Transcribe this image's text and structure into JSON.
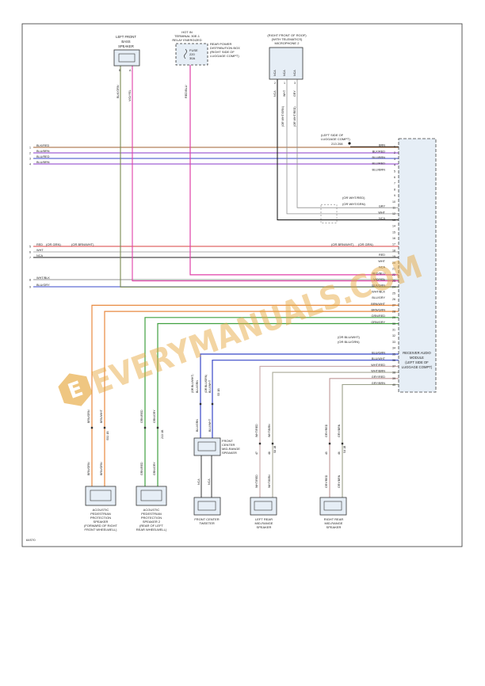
{
  "watermark": {
    "text": "EVERYMANUALS.COM",
    "logo_letter": "E",
    "color": "#e6a53a"
  },
  "diagram_id": "64S70",
  "module": {
    "name_lines": [
      "RECEIVER AUDIO",
      "MODULE",
      "(LEFT SIDE OF",
      "LUGGAGE COMPT)"
    ],
    "pins": [
      "1",
      "2",
      "3",
      "4",
      "5",
      "6",
      "7",
      "8",
      "9",
      "10",
      "11",
      "12",
      "13",
      "14",
      "15",
      "16",
      "17",
      "18",
      "19",
      "20",
      "21",
      "22",
      "23",
      "24",
      "25",
      "26",
      "27",
      "28",
      "29",
      "30",
      "31",
      "32",
      "33",
      "34",
      "35",
      "36",
      "37",
      "38",
      "39",
      "40"
    ],
    "wire_labels": [
      {
        "pin": "1",
        "text": "BRN"
      },
      {
        "pin": "2",
        "text": "BLK/RED"
      },
      {
        "pin": "3",
        "text": "BLU/BRN"
      },
      {
        "pin": "4",
        "text": "BLU/RED"
      },
      {
        "pin": "5",
        "text": "BLU/BRN"
      },
      {
        "pin": "11",
        "text": "GRY"
      },
      {
        "pin": "12",
        "text": "WHT"
      },
      {
        "pin": "13",
        "text": "NCA"
      },
      {
        "pin": "19",
        "text": "RED"
      },
      {
        "pin": "20",
        "text": "WHT"
      },
      {
        "pin": "21",
        "text": "NCA"
      },
      {
        "pin": "22",
        "text": "RED/BLU"
      },
      {
        "pin": "23",
        "text": "VIO/YEL"
      },
      {
        "pin": "24",
        "text": "BLK/GRN"
      },
      {
        "pin": "25",
        "text": "WHT/BLK"
      },
      {
        "pin": "26",
        "text": "BLU/GRY"
      },
      {
        "pin": "27",
        "text": "BRN/WHT"
      },
      {
        "pin": "28",
        "text": "BRN/GRN"
      },
      {
        "pin": "29",
        "text": "GRN/RED"
      },
      {
        "pin": "30",
        "text": "GRN/GRY"
      },
      {
        "pin": "35",
        "text": "BLU/GRN"
      },
      {
        "pin": "36",
        "text": "BLU/WHT"
      },
      {
        "pin": "37",
        "text": "WHT/RED"
      },
      {
        "pin": "38",
        "text": "WHT/BRN"
      },
      {
        "pin": "39",
        "text": "GRY/RED"
      },
      {
        "pin": "40",
        "text": "GRY/BRN"
      }
    ]
  },
  "left_connector": {
    "pins": [
      "1",
      "2",
      "3",
      "4",
      "5",
      "6",
      "7",
      "8",
      "9"
    ],
    "labels": [
      "BLK/RED",
      "BLU/BRN",
      "BLU/RED",
      "BLU/BRN",
      "RED",
      "WHT",
      "NCA",
      "WHT/BLK",
      "BLU/GRY"
    ]
  },
  "ground": {
    "lines": [
      "(LEFT SIDE OF",
      "LUGGAGE COMPT)"
    ],
    "id": "213 208"
  },
  "alt_labels": {
    "or_grn": "(OR GRN)",
    "or_brn_wht": "(OR BRN/WHT)",
    "or_wht_red": "(OR WHT/RED)",
    "or_wht_grn": "(OR WHT/GRN)",
    "or_blu_wht": "(OR BLU/WHT)",
    "or_blu_grn": "(OR BLU/GRN)"
  },
  "top": {
    "lf_bass": {
      "name_lines": [
        "LEFT FRONT",
        "BASS",
        "SPEAKER"
      ],
      "pins": [
        "B",
        "A"
      ],
      "wires": [
        "BLK/GRN",
        "VIO/YEL"
      ]
    },
    "fuse": {
      "header_lines": [
        "HOT IN",
        "TERMINAL 30E-1",
        "RELAY ENERGIZED"
      ],
      "fuse_lines": [
        "FUSE",
        "220",
        "30A"
      ],
      "box_lines": [
        "REAR POWER",
        "DISTRIBUTION BOX",
        "(RIGHT SIDE OF",
        "LUGGAGE COMPT)"
      ],
      "wire": "RED/BLU"
    },
    "mic": {
      "name_lines": [
        "(RIGHT FRONT OF ROOF)",
        "(WITH TELEMATICS)",
        "MICROPHONE 2"
      ],
      "pins": [
        "2",
        "1",
        "3"
      ],
      "wires_top": [
        "NCA",
        "NCA",
        "NCA"
      ],
      "wires_mid": [
        "WHT",
        "GRY"
      ],
      "alt": [
        "(OR WHT/GRN)",
        "(OR WHT/RED)"
      ]
    }
  },
  "bottom": {
    "ped1": {
      "name_lines": [
        "ACOUSTIC",
        "PEDESTRIAN",
        "PROTECTION",
        "SPEAKER",
        "(FORWARD OF RIGHT",
        "FRONT WHEELWELL)"
      ],
      "wires": [
        "BRN/GRN",
        "BRN/WHT"
      ],
      "splice": "S52 1B"
    },
    "ped2": {
      "name_lines": [
        "ACOUSTIC",
        "PEDESTRIAN",
        "PROTECTION",
        "SPEAKER 2",
        "(REAR OF LEFT",
        "REAR WHEELWELL)"
      ],
      "wires": [
        "GRN/RED",
        "GRN/GRY"
      ],
      "splice": "213 1B"
    },
    "center": {
      "name_lines": [
        "FRONT",
        "CENTER",
        "MID-RANGE",
        "SPEAKER"
      ],
      "wires": [
        "BLU/GRN",
        "BLU/WHT"
      ],
      "alt": [
        "(OR BLU/WHT)",
        "(OR BLU/GRN)"
      ],
      "splice": "S5 1B"
    },
    "tweeter": {
      "name_lines": [
        "FRONT CENTER",
        "TWEETER"
      ],
      "wires": [
        "NCA",
        "NCA"
      ]
    },
    "lr": {
      "name_lines": [
        "LEFT REAR",
        "MID-RANGE",
        "SPEAKER"
      ],
      "wires": [
        "WHT/RED",
        "WHT/BRN"
      ],
      "pins": [
        "47",
        "48"
      ],
      "splice": "S8 1B"
    },
    "rr": {
      "name_lines": [
        "RIGHT REAR",
        "MID-RANGE",
        "SPEAKER"
      ],
      "wires": [
        "GRY/RED",
        "GRY/BRN"
      ],
      "pins": [
        "45",
        "46"
      ],
      "splice": "S4 1B"
    }
  },
  "colors": {
    "red": "#d84040",
    "blue": "#3848c8",
    "violet": "#8a3ac8",
    "pink": "#e040a8",
    "brown": "#a06030",
    "orange": "#e88a40",
    "green": "#40a040",
    "gray": "#909090",
    "black": "#222222",
    "olive": "#7a8a50",
    "module_fill": "#e6eef6"
  }
}
